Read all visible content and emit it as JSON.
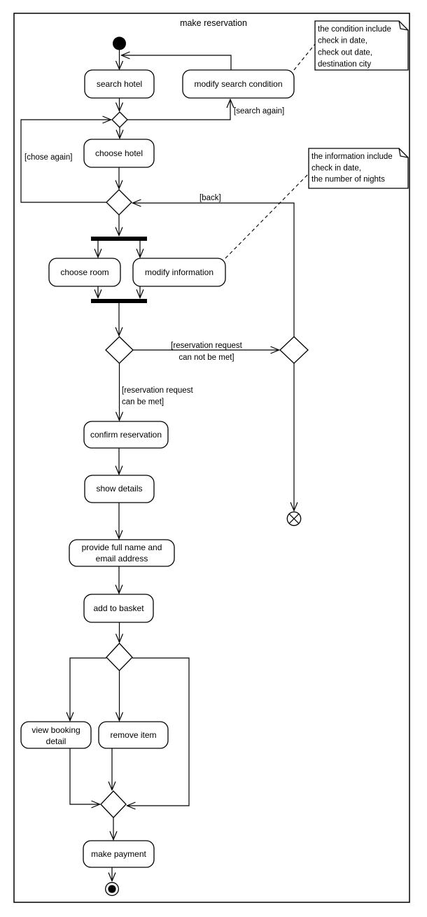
{
  "diagram": {
    "title": "make reservation",
    "colors": {
      "line": "#000000",
      "fill": "#ffffff"
    },
    "activities": {
      "search_hotel": "search hotel",
      "modify_search_condition": "modify search condition",
      "choose_hotel": "choose hotel",
      "choose_room": "choose room",
      "modify_information": "modify information",
      "confirm_reservation": "confirm reservation",
      "show_details": "show details",
      "provide_full_name": [
        "provide full name and",
        "email address"
      ],
      "add_to_basket": "add to basket",
      "view_booking_detail": [
        "view booking",
        "detail"
      ],
      "remove_item": "remove item",
      "make_payment": "make payment"
    },
    "guards": {
      "search_again": "[search again]",
      "chose_again": "[chose again]",
      "back": "[back]",
      "not_met": [
        "[reservation request",
        "can not be met]"
      ],
      "met": [
        "[reservation request",
        "can be met]"
      ]
    },
    "notes": {
      "condition": {
        "lines": [
          "the condition include",
          "check in date,",
          "check out date,",
          "destination city"
        ]
      },
      "information": {
        "lines": [
          "the information include",
          "check in date,",
          "the number of nights"
        ]
      }
    }
  }
}
